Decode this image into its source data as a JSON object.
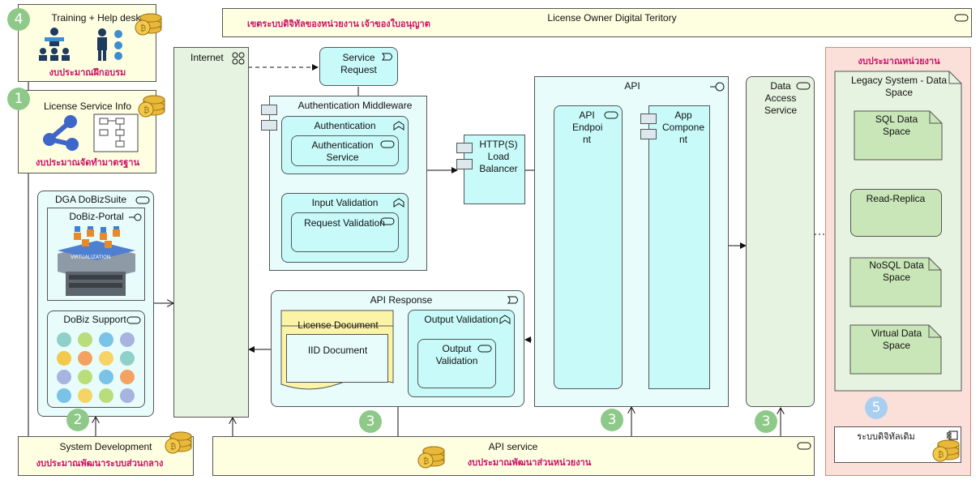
{
  "boxes": {
    "training": "Training + Help desk",
    "training_budget": "งบประมาณฝึกอบรม",
    "license_service": "License Service Info",
    "license_budget": "งบประมาณจัดทำมาตรฐาน",
    "dga": "DGA DoBizSuite",
    "portal": "DoBiz-Portal",
    "support": "DoBiz Support",
    "system_dev": "System Development",
    "system_dev_budget": "งบประมาณพัฒนาระบบส่วนกลาง",
    "territory": "License Owner Digital Teritory",
    "territory_thai": "เขตระบบดิจิทัลของหน่วยงาน เจ้าของใบอนุญาต",
    "internet": "Internet",
    "service_request": "Service Request",
    "auth_middleware": "Authentication Middleware",
    "authentication": "Authentication",
    "auth_service": "Authentication Service",
    "input_validation": "Input Validation",
    "request_validation": "Request Validation",
    "load_balancer": "HTTP(S) Load Balancer",
    "api": "API",
    "api_endpoint": "API Endpoi nt",
    "app_component": "App Compone nt",
    "data_access": "Data Access Service",
    "api_response": "API Response",
    "license_doc": "License Document",
    "iid_doc": "IID Document",
    "output_validation_outer": "Output Validation",
    "output_validation": "Output Validation",
    "api_service": "API service",
    "api_service_budget": "งบประมาณพัฒนาส่วนหน่วยงาน",
    "agency_budget": "งบประมาณหน่วยงาน",
    "legacy": "Legacy System - Data Space",
    "sql": "SQL Data Space",
    "replica": "Read-Replica",
    "nosql": "NoSQL Data Space",
    "virtual": "Virtual Data Space",
    "legacy_digital": "ระบบดิจิทัลเดิม",
    "virtualization_label": "VIRTUALIZATION"
  },
  "badges": [
    "4",
    "1",
    "2",
    "3",
    "3",
    "3",
    "5"
  ],
  "colors": {
    "green_badge": "#8fc98a",
    "blue_badge": "#a8cfef",
    "pink_text": "#cc1166"
  }
}
